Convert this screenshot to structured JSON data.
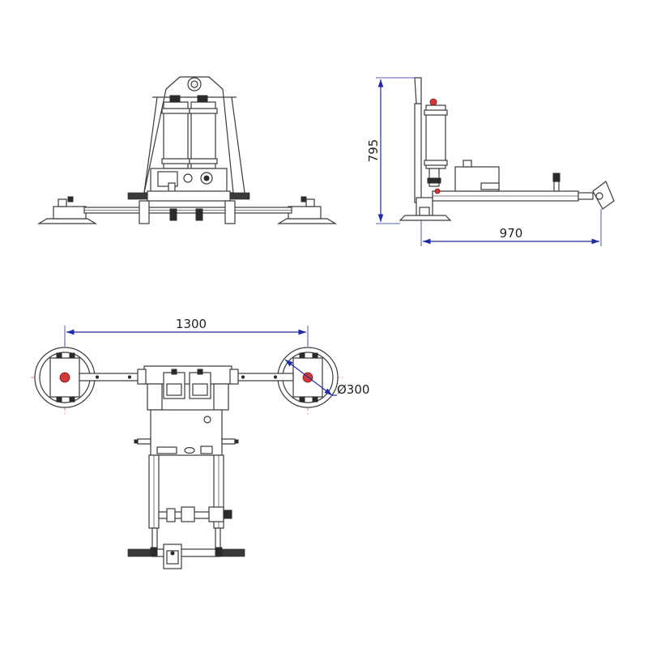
{
  "dimensions": {
    "height": "795",
    "depth": "970",
    "span": "1300",
    "diameter": "Ø300"
  },
  "colors": {
    "dimension_line": "#1f2aa8",
    "center_line": "#e06070",
    "outline": "#3a3a3a",
    "accent": "#d23a3a"
  }
}
